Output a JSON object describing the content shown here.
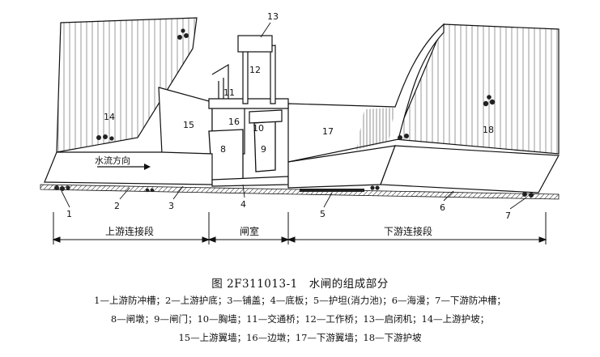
{
  "labels": {
    "n1": "1",
    "n2": "2",
    "n3": "3",
    "n4": "4",
    "n5": "5",
    "n6": "6",
    "n7": "7",
    "n8": "8",
    "n9": "9",
    "n10": "10",
    "n11": "11",
    "n12": "12",
    "n13": "13",
    "n14": "14",
    "n15": "15",
    "n16": "16",
    "n17": "17",
    "n18": "18"
  },
  "flow_direction": "水流方向",
  "segments": {
    "upstream": "上游连接段",
    "chamber": "闸室",
    "downstream": "下游连接段"
  },
  "caption": {
    "title": "图 2F311013-1　水闸的组成部分",
    "line1": "1—上游防冲槽；2—上游护底；3—铺盖；4—底板；5—护坦(消力池)；6—海漫；7—下游防冲槽；",
    "line2": "8—闸墩；9—闸门；10—胸墙；11—交通桥；12—工作桥；13—启闭机；14—上游护坡；",
    "line3": "15—上游翼墙；16—边墩；17—下游翼墙；18—下游护坡"
  }
}
